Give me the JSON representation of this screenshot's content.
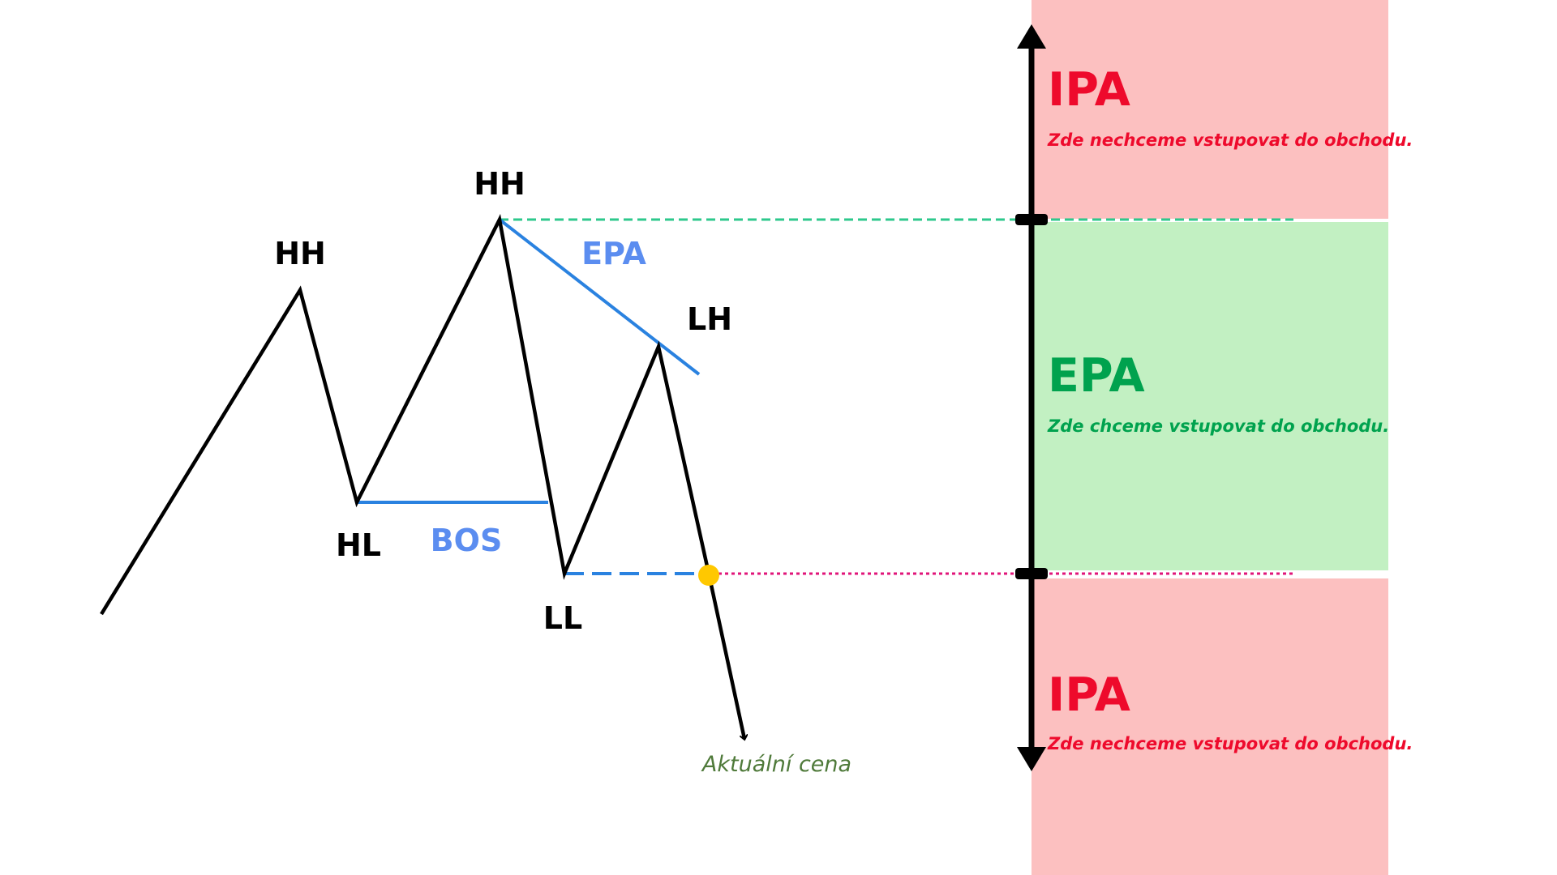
{
  "colors": {
    "ipa_zone_fill": "#fcc0c0",
    "epa_zone_fill": "#c2f0c2",
    "ipa_text": "#ee0a2c",
    "epa_text": "#00a24e",
    "blue_label": "#5b8df0",
    "blue_line": "#2a82e0",
    "price_path": "#000000",
    "epa_level_line": "#2ec88c",
    "current_price_line": "#e0157a",
    "current_price_dot": "#ffc800",
    "current_price_text": "#4f7a3a"
  },
  "zones": {
    "ipa_top": {
      "title": "IPA",
      "description": "Zde nechceme vstupovat do obchodu."
    },
    "epa": {
      "title": "EPA",
      "description": "Zde chceme vstupovat do obchodu."
    },
    "ipa_bottom": {
      "title": "IPA",
      "description": "Zde nechceme vstupovat do obchodu."
    }
  },
  "swing_labels": {
    "hh_first": "HH",
    "hl": "HL",
    "hh_second": "HH",
    "ll": "LL",
    "lh": "LH"
  },
  "annotations": {
    "bos": "BOS",
    "epa_trendline": "EPA",
    "current_price": "Aktuální cena"
  }
}
